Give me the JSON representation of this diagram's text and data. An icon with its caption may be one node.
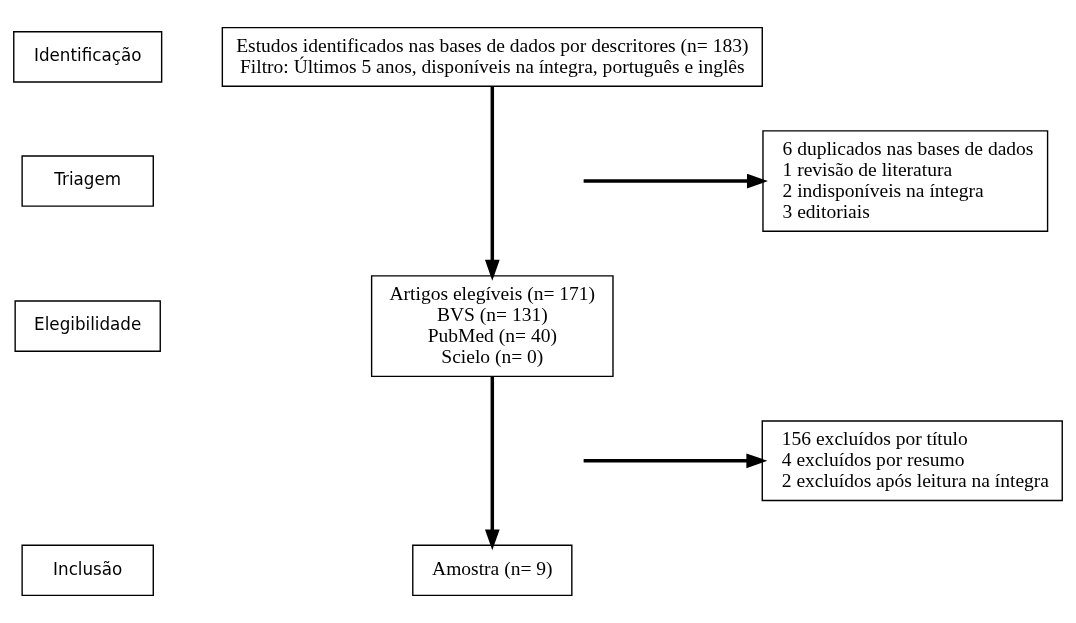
{
  "diagram": {
    "nodes": [
      {
        "text": [
          "Identificação"
        ]
      },
      {
        "text": [
          "Triagem"
        ]
      },
      {
        "text": [
          "Elegibilidade"
        ]
      },
      {
        "text": [
          "Inclusão"
        ]
      },
      {
        "text": [
          "Estudos identificados nas bases de dados por descritores (n= 183)",
          "Filtro: Últimos 5 anos, disponíveis na íntegra, português e inglês"
        ]
      },
      {
        "text": [
          "6 duplicados nas bases de dados",
          "1 revisão de literatura",
          "2 indisponíveis na íntegra",
          "3 editoriais"
        ]
      },
      {
        "text": [
          "Artigos elegíveis (n= 171)",
          "BVS (n= 131)",
          "PubMed (n= 40)",
          "Scielo (n= 0)"
        ]
      },
      {
        "text": [
          "156 excluídos por título",
          "4 excluídos por resumo",
          "2 excluídos após leitura na íntegra"
        ]
      },
      {
        "text": [
          "Amostra (n= 9)"
        ]
      }
    ],
    "edges": [
      {
        "from": 4,
        "to": 6,
        "arrow": "to"
      },
      {
        "from": null,
        "to": 5,
        "arrow": "to"
      },
      {
        "from": 6,
        "to": 8,
        "arrow": "to"
      },
      {
        "from": null,
        "to": 7,
        "arrow": "to"
      }
    ]
  }
}
